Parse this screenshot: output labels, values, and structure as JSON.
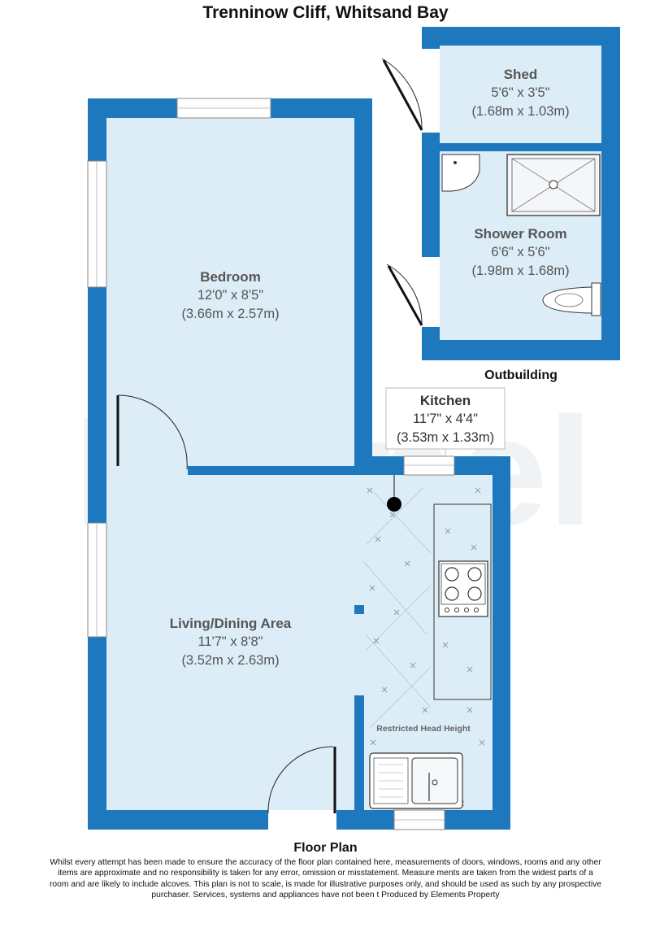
{
  "title": "Trenninow Cliff, Whitsand Bay",
  "outbuilding_label": "Outbuilding",
  "floor_plan_label": "Floor Plan",
  "watermark": "Brunel",
  "rooms": {
    "shed": {
      "name": "Shed",
      "dim_imperial": "5'6\" x 3'5\"",
      "dim_metric": "(1.68m x 1.03m)"
    },
    "shower": {
      "name": "Shower Room",
      "dim_imperial": "6'6\" x 5'6\"",
      "dim_metric": "(1.98m x 1.68m)"
    },
    "bedroom": {
      "name": "Bedroom",
      "dim_imperial": "12'0\" x 8'5\"",
      "dim_metric": "(3.66m x 2.57m)"
    },
    "kitchen": {
      "name": "Kitchen",
      "dim_imperial": "11'7\" x 4'4\"",
      "dim_metric": "(3.53m x 1.33m)"
    },
    "living": {
      "name": "Living/Dining Area",
      "dim_imperial": "11'7\" x 8'8\"",
      "dim_metric": "(3.52m x 2.63m)"
    }
  },
  "restricted_note": "Restricted Head Height",
  "disclaimer": "Whilst every attempt has been made to ensure the accuracy of the floor plan contained here, measurements of doors, windows, rooms and any other items are approximate and no responsibility is taken for any error, omission or misstatement. Measure ments are taken from the widest parts of a room and are likely to include alcoves. This plan is not to scale, is made for illustrative purposes only, and should be used as such by any prospective purchaser. Services, systems and appliances have not been t Produced by Elements Property",
  "colors": {
    "wall": "#1e78be",
    "floor": "#dcedf8",
    "tile_mark": "#8a9aa8",
    "text_room": "#555555",
    "window": "#ffffff"
  }
}
